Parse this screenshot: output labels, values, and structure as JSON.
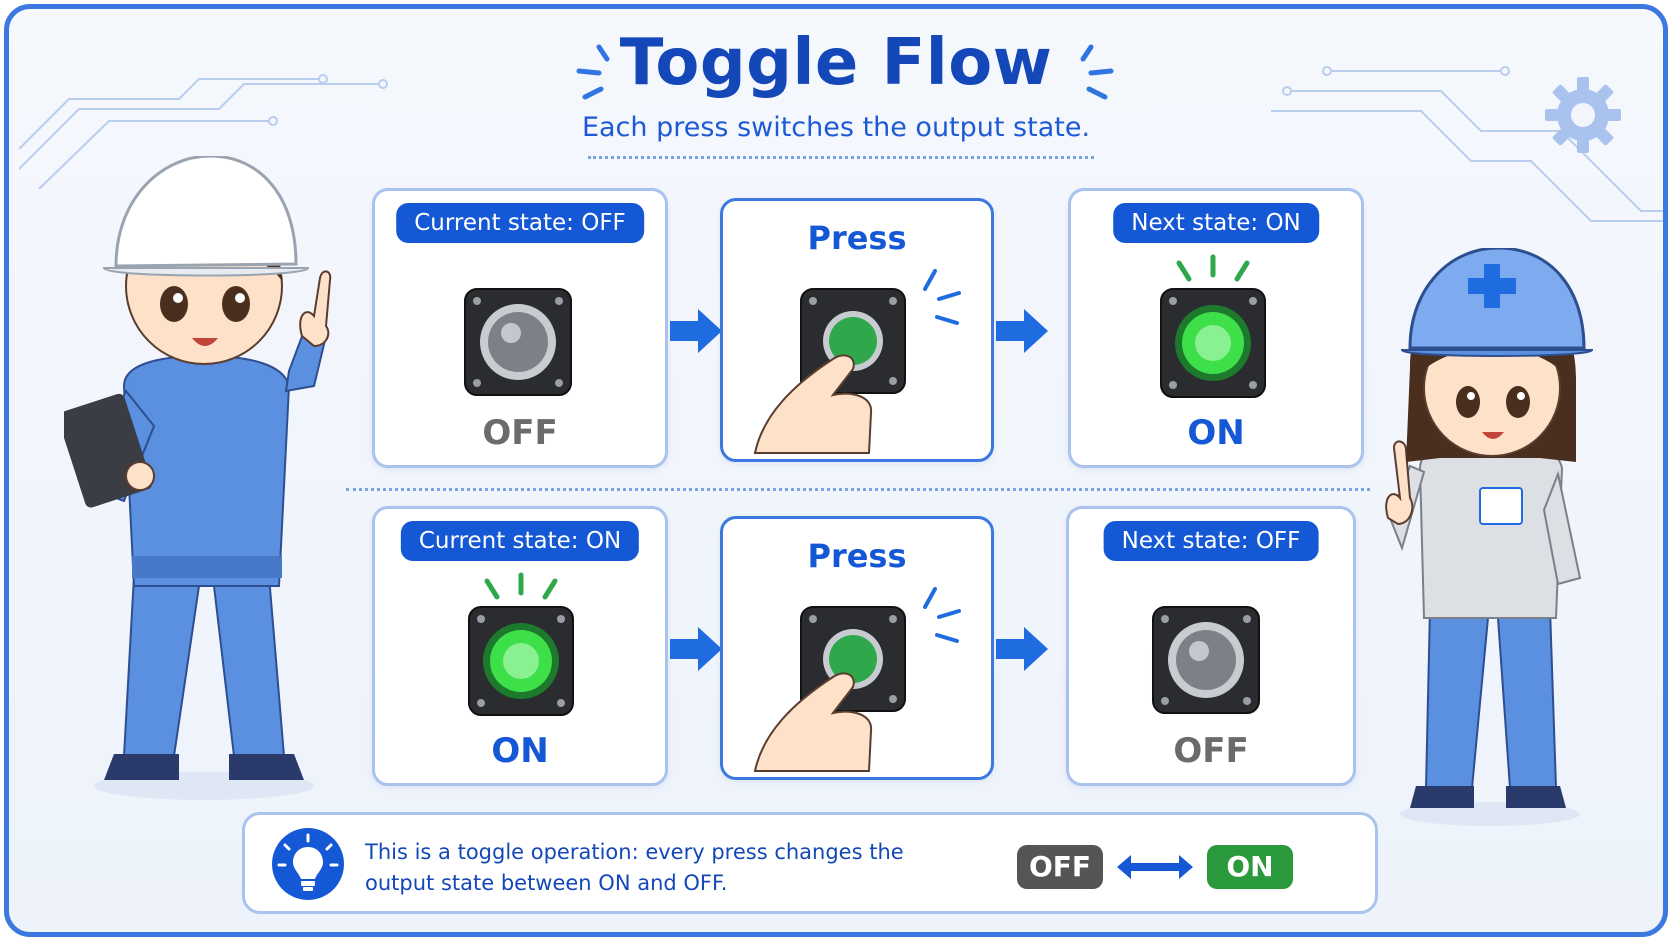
{
  "header": {
    "title": "Toggle Flow",
    "subtitle": "Each press switches the output state."
  },
  "rows": [
    {
      "current": {
        "pill": "Current state: OFF",
        "state": "OFF"
      },
      "action": {
        "label": "Press"
      },
      "next": {
        "pill": "Next state: ON",
        "state": "ON"
      }
    },
    {
      "current": {
        "pill": "Current state: ON",
        "state": "ON"
      },
      "action": {
        "label": "Press"
      },
      "next": {
        "pill": "Next state: OFF",
        "state": "OFF"
      }
    }
  ],
  "note": {
    "text": "This is a toggle operation: every press changes the output state between ON and OFF.",
    "badge_off": "OFF",
    "badge_on": "ON"
  },
  "colors": {
    "accent": "#1558d6",
    "frame": "#3b78e0",
    "lamp_on": "#3ee04a",
    "lamp_off": "#8a8d92",
    "badge_off": "#555555",
    "badge_on": "#2a9a3c"
  }
}
